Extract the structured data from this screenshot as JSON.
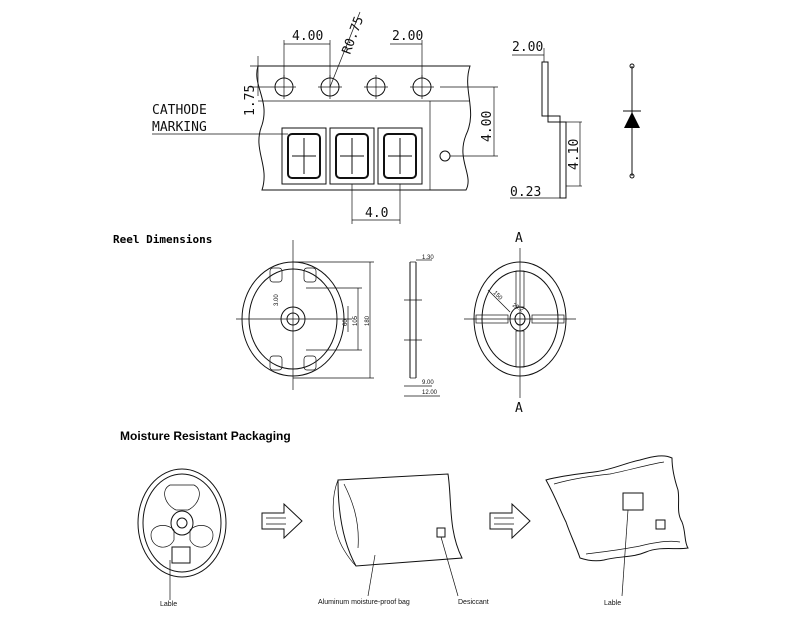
{
  "tape": {
    "dim_pitch": "4.00",
    "dim_radius": "R0.75",
    "dim_hole_offset": "2.00",
    "dim_edge": "1.75",
    "dim_width": "4.00",
    "dim_component_pitch": "4.0",
    "cathode_label": "CATHODE",
    "marking_label": "MARKING",
    "side_top": "2.00",
    "side_height": "4.10",
    "side_thickness": "0.23"
  },
  "reel": {
    "heading": "Reel Dimensions",
    "dim_a": "A",
    "dim_hub": "3.00",
    "dim_inner": "60",
    "dim_mid": "105",
    "dim_outer": "180",
    "dim_flange": "1.30",
    "dim_gap": "9.00",
    "dim_total": "12.00",
    "dim_slot": "150",
    "dim_center": "20.2"
  },
  "packaging": {
    "heading": "Moisture Resistant Packaging",
    "label_left": "Lable",
    "bag_label": "Aluminum moisture-proof bag",
    "desiccant_label": "Desiccant",
    "label_right": "Lable"
  }
}
